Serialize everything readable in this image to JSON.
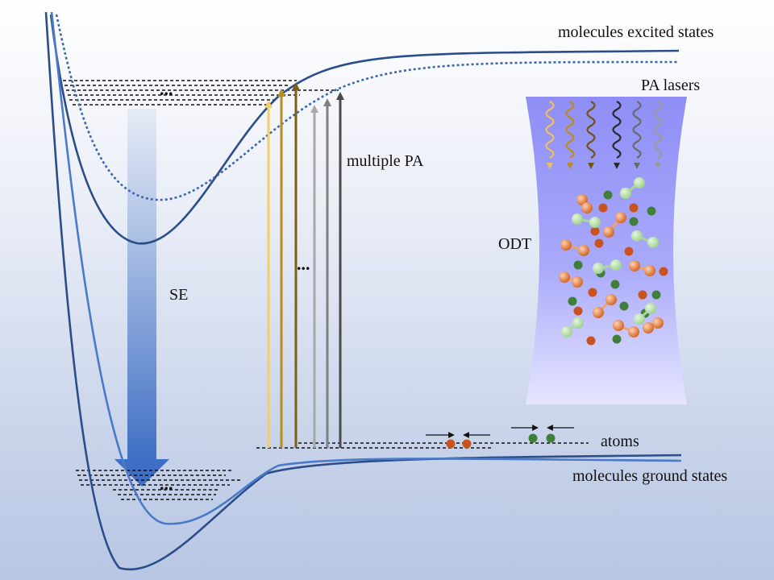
{
  "labels": {
    "excited": "molecules excited states",
    "pa_lasers": "PA lasers",
    "multiple_pa": "multiple PA",
    "odt": "ODT",
    "se": "SE",
    "atoms": "atoms",
    "ground": "molecules ground states",
    "ellipsis": "..."
  },
  "colors": {
    "curve_dark": "#2b4d8a",
    "curve_mid": "#3a66b0",
    "curve_light": "#4a7ac8",
    "atom_orange": "#c8531f",
    "atom_green": "#3f7f3a",
    "atom_light_green": "#a8d69a",
    "atom_light_orange": "#f5a06a",
    "odt_purple": "#8f8fff"
  },
  "pa_arrow_colors": [
    "#f2cf6a",
    "#b98d1c",
    "#7c6010",
    "#a8a8a8",
    "#808080",
    "#4a4a4a"
  ],
  "pa_laser_colors": [
    "#f0c060",
    "#b98d1c",
    "#6e5410",
    "#2a2a2a",
    "#6a6a6a",
    "#9a9a9a"
  ]
}
